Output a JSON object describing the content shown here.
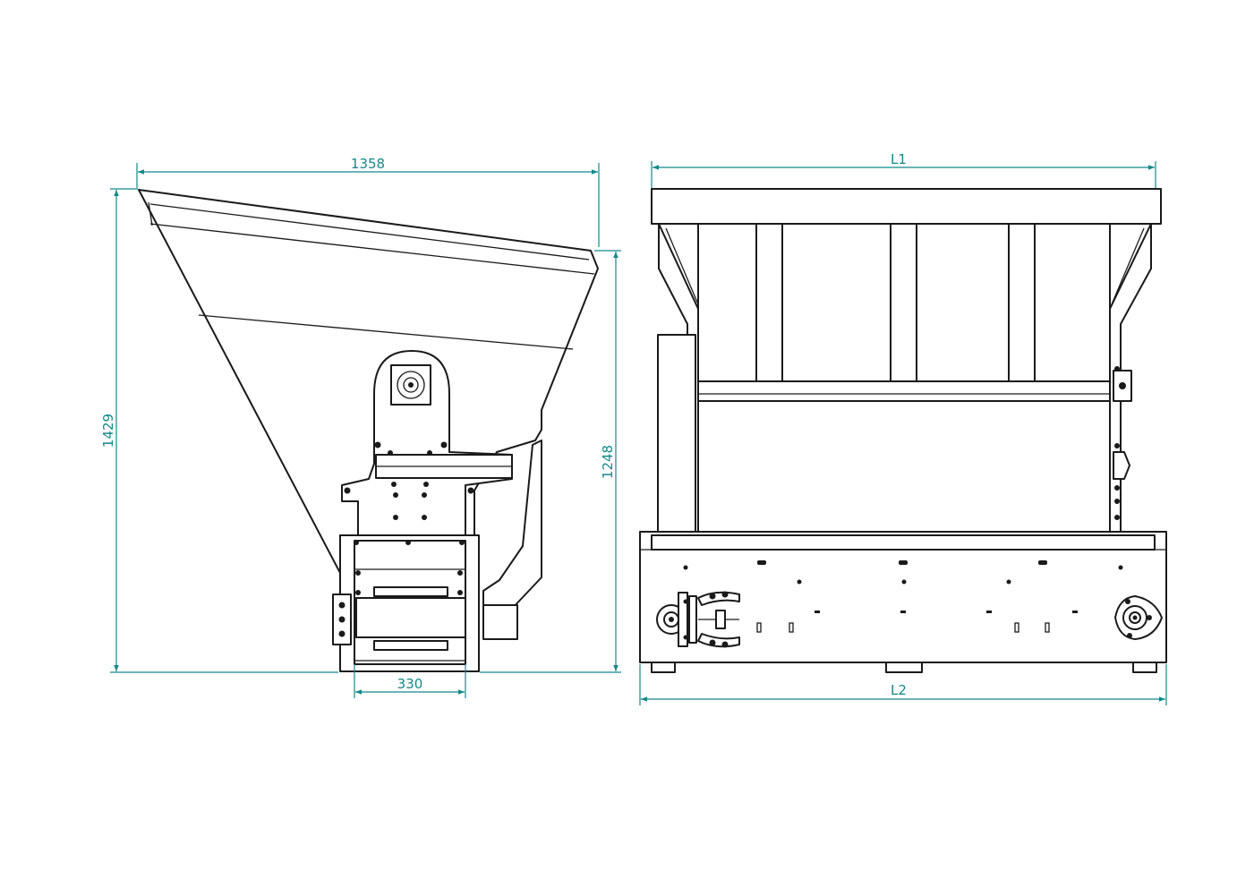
{
  "colors": {
    "dimension": "#13888a",
    "outline": "#1a1a1a",
    "background": "#ffffff"
  },
  "side_view": {
    "width_label": "1358",
    "total_height_label": "1429",
    "hopper_height_label": "1248",
    "base_width_label": "330"
  },
  "front_view": {
    "top_length_label": "L1",
    "base_length_label": "L2"
  }
}
